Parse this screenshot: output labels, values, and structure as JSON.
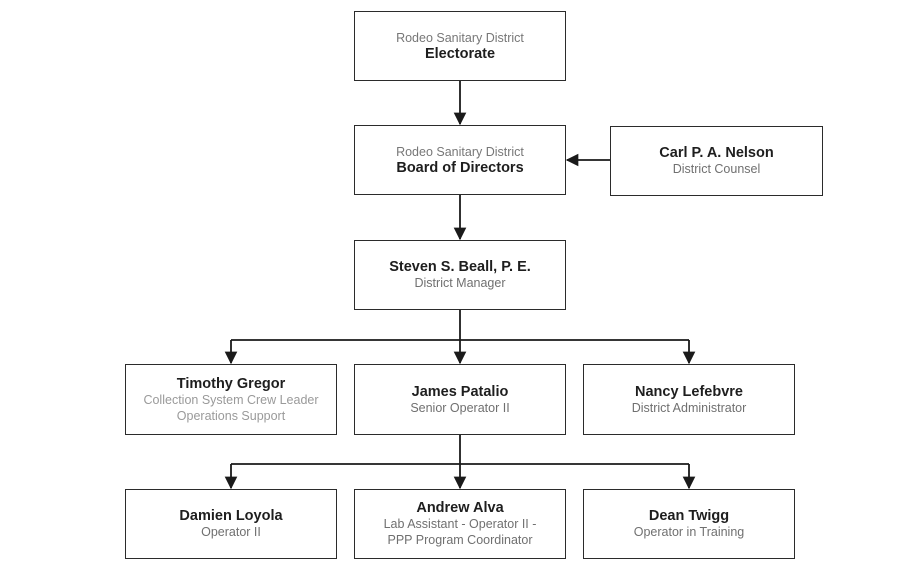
{
  "org_chart": {
    "electorate": {
      "org": "Rodeo Sanitary District",
      "title": "Electorate"
    },
    "board": {
      "org": "Rodeo Sanitary District",
      "title": "Board of Directors"
    },
    "counsel": {
      "name": "Carl P. A. Nelson",
      "role": "District Counsel"
    },
    "manager": {
      "name": "Steven S. Beall, P. E.",
      "role": "District Manager"
    },
    "gregor": {
      "name": "Timothy Gregor",
      "role_lines": [
        "Collection System Crew Leader",
        "Operations Support"
      ]
    },
    "patalio": {
      "name": "James Patalio",
      "role": "Senior Operator II"
    },
    "lefebvre": {
      "name": "Nancy Lefebvre",
      "role": "District Administrator"
    },
    "loyola": {
      "name": "Damien Loyola",
      "role": "Operator II"
    },
    "alva": {
      "name": "Andrew Alva",
      "role_lines": [
        "Lab Assistant - Operator II -",
        "PPP Program Coordinator"
      ]
    },
    "twigg": {
      "name": "Dean Twigg",
      "role": "Operator in Training"
    }
  }
}
